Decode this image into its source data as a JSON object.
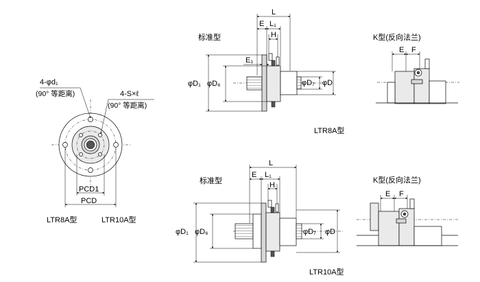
{
  "front_view": {
    "hole_label": "4-φd₁",
    "hole_note": "(90° 等距离)",
    "screw_label": "4-S×ℓ",
    "screw_note": "(90° 等距离)",
    "pcd1_label": "PCD1",
    "pcd_label": "PCD",
    "model_a": "LTR8A型",
    "model_b": "LTR10A型"
  },
  "ltr8a": {
    "standard_title": "标准型",
    "dim_L": "L",
    "dim_E": "E",
    "dim_L1": "L₁",
    "dim_H": "H",
    "dim_E1": "E₁",
    "dim_D1": "φD₁",
    "dim_D6": "φD₆",
    "dim_D7": "φD₇",
    "dim_D": "φD",
    "k_title": "K型(反向法兰)",
    "k_E": "E",
    "k_F": "F",
    "model": "LTR8A型"
  },
  "ltr10a": {
    "standard_title": "标准型",
    "dim_L": "L",
    "dim_E": "E",
    "dim_L1": "L₁",
    "dim_H": "H",
    "dim_D1": "φD₁",
    "dim_D6": "φD₆",
    "dim_D7": "φD₇",
    "dim_D": "φD",
    "k_title": "K型(反向法兰)",
    "k_E": "E",
    "k_F": "F",
    "model": "LTR10A型"
  }
}
